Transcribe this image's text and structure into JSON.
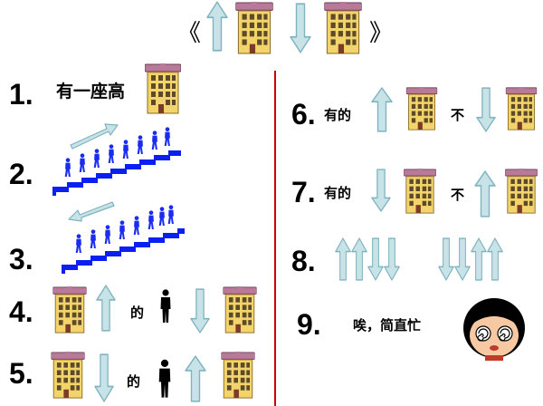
{
  "header": {
    "open": "《",
    "close": "》"
  },
  "items": [
    {
      "num": "1.",
      "text": "有一座高"
    },
    {
      "num": "2."
    },
    {
      "num": "3."
    },
    {
      "num": "4.",
      "mid": "的"
    },
    {
      "num": "5.",
      "mid": "的"
    },
    {
      "num": "6.",
      "lead": "有的",
      "mid": "不"
    },
    {
      "num": "7.",
      "lead": "有的",
      "mid": "不"
    },
    {
      "num": "8."
    },
    {
      "num": "9.",
      "text": "唉，简直忙"
    }
  ],
  "colors": {
    "arrow": "#c7e3e8",
    "arrow_stroke": "#7fb3bf",
    "divider": "#cc0000",
    "stairs": "#0a1ff2",
    "people": "#1a2cf0",
    "building_wall": "#f3d46a",
    "building_roof": "#b87a98",
    "building_window": "#5c4a2a"
  },
  "icons": [
    "up-arrow-icon",
    "down-arrow-icon",
    "building-icon",
    "person-icon",
    "stairs-icon",
    "dizzy-girl-icon"
  ]
}
